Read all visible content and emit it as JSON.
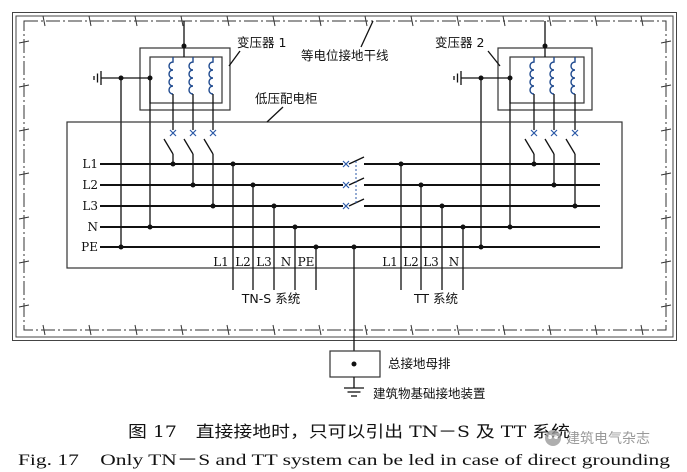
{
  "labels": {
    "transformer_1": "变压器 1",
    "transformer_2": "变压器 2",
    "equipotential_trunk": "等电位接地干线",
    "lv_cabinet": "低压配电柜",
    "main_earthing_bar": "总接地母排",
    "foundation_earth": "建筑物基础接地装置"
  },
  "buses": [
    "L1",
    "L2",
    "L3",
    "N",
    "PE"
  ],
  "systems": {
    "tns": {
      "name": "TN-S 系统",
      "conductors": [
        "L1",
        "L2",
        "L3",
        "N",
        "PE"
      ]
    },
    "tt": {
      "name": "TT 系统",
      "conductors": [
        "L1",
        "L2",
        "L3",
        "N"
      ]
    }
  },
  "caption": {
    "cn": "图 17　直接接地时，只可以引出 TN－S 及 TT 系统",
    "en": "Fig. 17　Only TN－S and TT system can be led in case of direct grounding"
  },
  "watermark": "建筑电气杂志",
  "colors": {
    "coil": "#1f4a8f",
    "breaker_mark": "#2b59a8"
  }
}
